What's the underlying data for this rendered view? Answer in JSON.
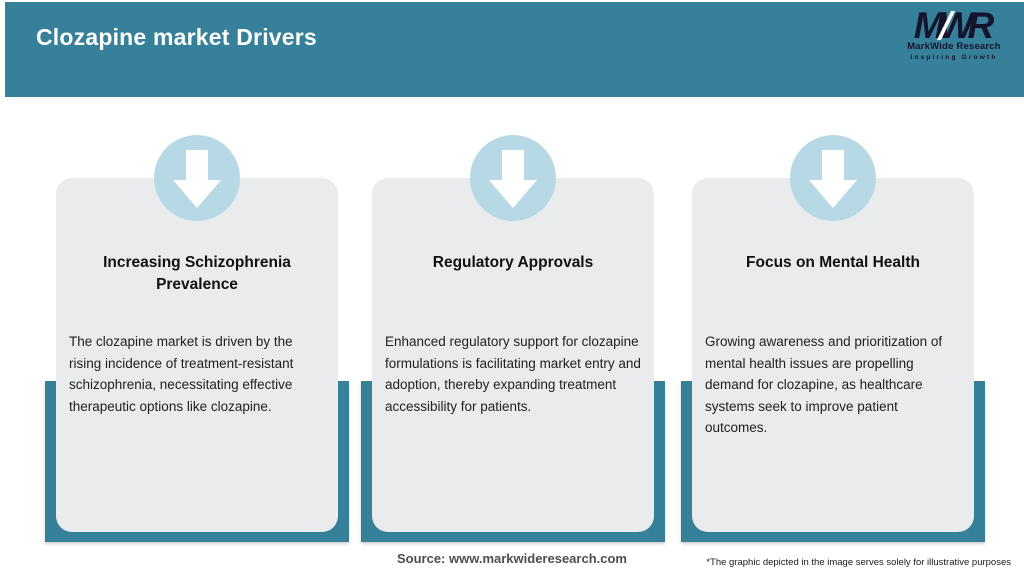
{
  "header": {
    "title": "Clozapine market Drivers",
    "logo": {
      "monogram": "MWR",
      "name": "MarkWide Research",
      "tagline": "Inspiring Growth"
    }
  },
  "cards": [
    {
      "icon": "down-arrow-icon",
      "title": "Increasing Schizophrenia Prevalence",
      "description": "The clozapine market is driven by the rising incidence of treatment-resistant schizophrenia, necessitating effective therapeutic options like clozapine."
    },
    {
      "icon": "down-arrow-icon",
      "title": "Regulatory Approvals",
      "description": "Enhanced regulatory support for clozapine formulations is facilitating market entry and adoption, thereby expanding treatment accessibility for patients."
    },
    {
      "icon": "down-arrow-icon",
      "title": "Focus on Mental Health",
      "description": "Growing awareness and prioritization of mental health issues are propelling demand for clozapine, as healthcare systems seek to improve patient outcomes."
    }
  ],
  "footer": {
    "source": "Source: www.markwideresearch.com",
    "disclaimer": "*The graphic depicted in the image serves solely for illustrative purposes"
  },
  "colors": {
    "teal": "#36809A",
    "circle-blue": "#B7D9E6",
    "card-bg": "#E9EBEC",
    "title-color": "#111111",
    "body-color": "#212121",
    "logo-navy": "#14142D",
    "source-color": "#4D4D55",
    "disclaimer-color": "#1B1B1B"
  }
}
